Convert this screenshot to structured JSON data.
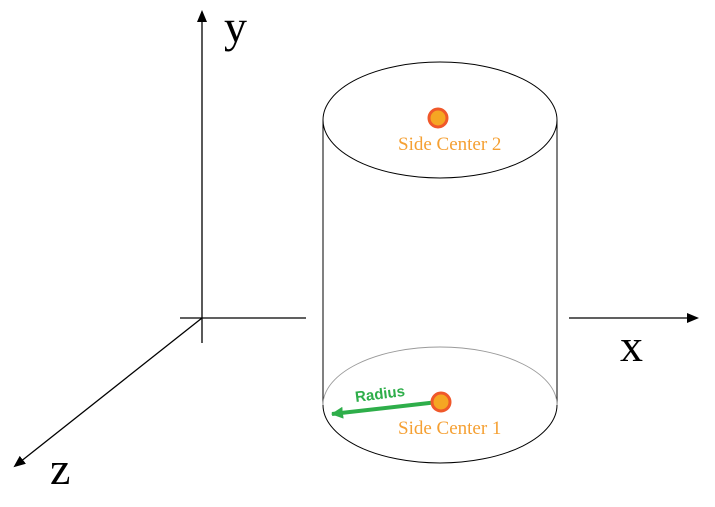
{
  "axes": {
    "x_label": "x",
    "y_label": "y",
    "z_label": "z"
  },
  "cylinder": {
    "top_center_label": "Side Center 2",
    "bottom_center_label": "Side Center 1",
    "radius_label": "Radius"
  },
  "colors": {
    "axis": "#000000",
    "outline": "#000000",
    "hidden_outline": "#9a9a9a",
    "center_fill": "#f5a623",
    "center_ring": "#f0582a",
    "label_orange": "#f5a033",
    "radius_green": "#2eae4a"
  }
}
